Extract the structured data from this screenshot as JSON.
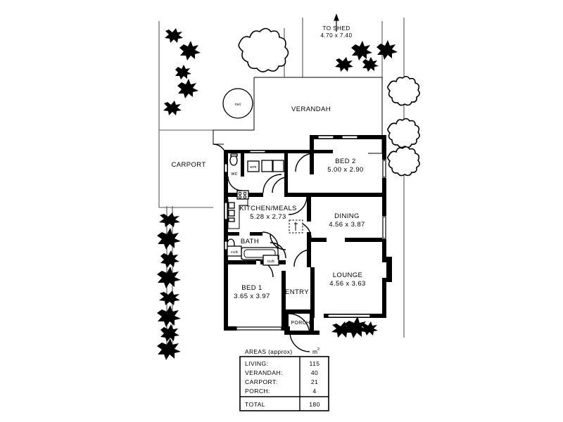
{
  "document": {
    "type": "architectural-floor-plan",
    "title": "Residential Floor Plan"
  },
  "notes": {
    "shed": {
      "label": "TO SHED",
      "dimensions": "4.70 x 7.40",
      "arrow": "up-arrow"
    }
  },
  "outdoor": {
    "carport": {
      "label": "CARPORT"
    },
    "verandah": {
      "label": "VERANDAH"
    },
    "porch": {
      "label": "PORCH"
    },
    "rainwater_tank": {
      "label": "rwt"
    }
  },
  "rooms": [
    {
      "name": "BED 2",
      "dimensions": "5.00 x 2.90"
    },
    {
      "name": "DINING",
      "dimensions": "4.56 x 3.87"
    },
    {
      "name": "LOUNGE",
      "dimensions": "4.56 x 3.63"
    },
    {
      "name": "KITCHEN/MEALS",
      "dimensions": "5.28 x 2.73"
    },
    {
      "name": "BED 1",
      "dimensions": "3.65 x 3.97"
    },
    {
      "name": "BATH",
      "dimensions": ""
    },
    {
      "name": "ENTRY",
      "dimensions": ""
    }
  ],
  "fixtures": {
    "wc": "wc",
    "washing_machine": "wm",
    "cupboard_1": "cub",
    "cupboard_2": "cub"
  },
  "areas_table": {
    "header_label": "AREAS (approx)",
    "header_unit": "m",
    "header_unit_sup": "2",
    "rows": [
      {
        "label": "LIVING:",
        "value": "115"
      },
      {
        "label": "VERANDAH:",
        "value": "40"
      },
      {
        "label": "CARPORT:",
        "value": "21"
      },
      {
        "label": "PORCH:",
        "value": "4"
      }
    ],
    "total": {
      "label": "TOTAL",
      "value": "180"
    }
  },
  "colors": {
    "wall": "#000000",
    "paper": "#ffffff",
    "boundary": "#555555"
  }
}
